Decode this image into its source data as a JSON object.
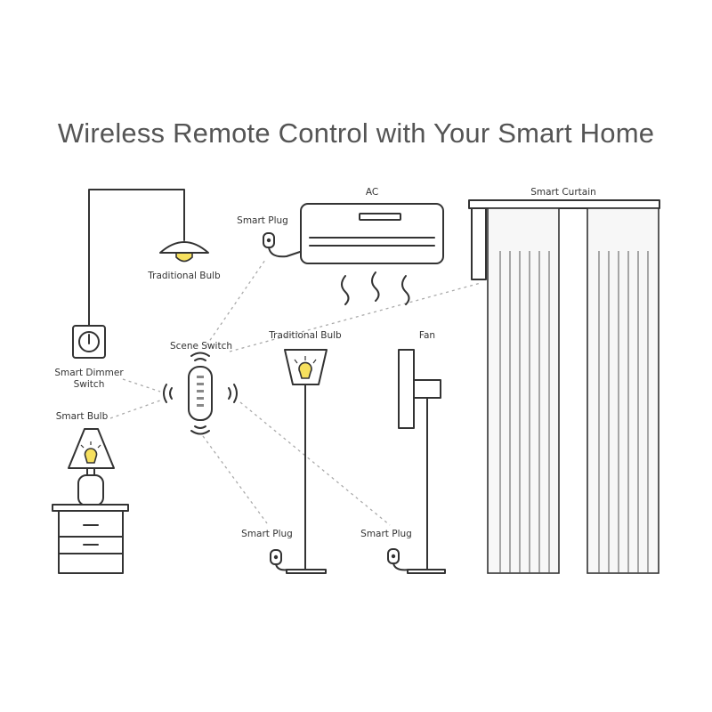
{
  "title": "Wireless Remote Control with Your Smart Home",
  "labels": {
    "traditional_bulb_top": "Traditional Bulb",
    "smart_plug_ac": "Smart Plug",
    "ac": "AC",
    "smart_curtain": "Smart Curtain",
    "scene_switch": "Scene Switch",
    "traditional_bulb_floor": "Traditional Bulb",
    "fan": "Fan",
    "smart_dimmer_line1": "Smart Dimmer",
    "smart_dimmer_line2": "Switch",
    "smart_bulb": "Smart Bulb",
    "smart_plug_floor_lamp": "Smart Plug",
    "smart_plug_fan": "Smart Plug"
  },
  "colors": {
    "bulb": "#f6e05e",
    "outline": "#333333",
    "signal_line": "#aaaaaa",
    "title": "#555555"
  }
}
